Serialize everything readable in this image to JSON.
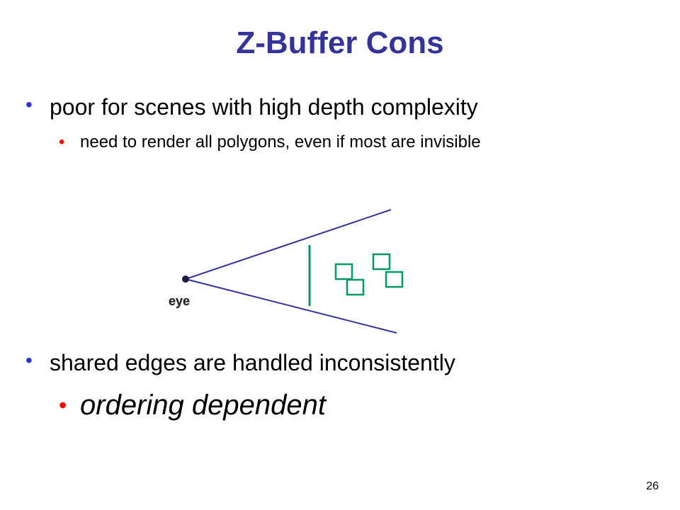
{
  "slide": {
    "title": "Z-Buffer Cons",
    "bullets": [
      {
        "text": "poor for scenes with high depth complexity",
        "sub": [
          "need to render all polygons, even if most are invisible"
        ]
      },
      {
        "text": "shared edges are handled inconsistently",
        "sub": [
          "ordering dependent"
        ]
      }
    ],
    "page_number": "26"
  },
  "diagram": {
    "eye_label": "eye",
    "colors": {
      "frustum": "#333399",
      "objects": "#009966",
      "eye_dot": "#1a1a4d"
    }
  },
  "colors": {
    "title": "#333399",
    "bullet_main": "#3333cc",
    "bullet_sub": "#ff0000"
  }
}
